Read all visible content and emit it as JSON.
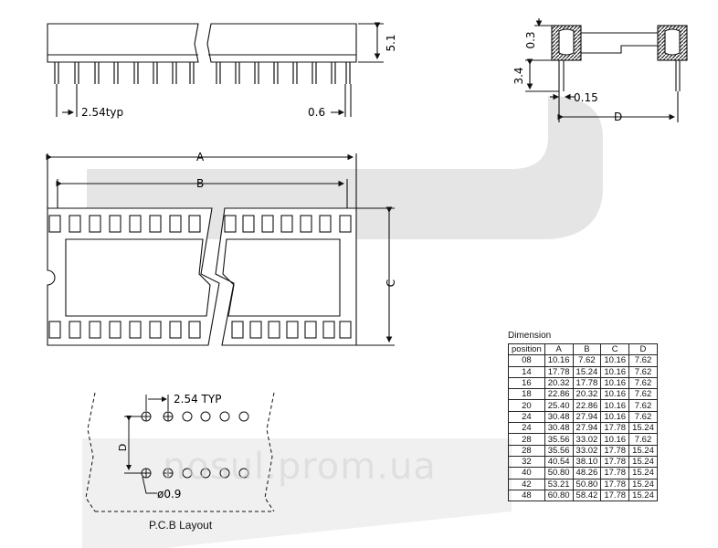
{
  "side_view": {
    "height_label": "5.1",
    "pitch_label": "2.54typ",
    "pin_width_label": "0.6"
  },
  "end_view": {
    "top_label": "0.3",
    "left_label": "3.4",
    "bottom_label": "0.15",
    "width_label": "D"
  },
  "top_view": {
    "a_label": "A",
    "b_label": "B",
    "c_label": "C"
  },
  "pcb": {
    "pitch_label": "2.54 TYP",
    "d_label": "D",
    "hole_label": "ø0.9",
    "title": "P.C.B Layout"
  },
  "dimension_table": {
    "title": "Dimension",
    "headers": [
      "position",
      "A",
      "B",
      "C",
      "D"
    ],
    "rows": [
      [
        "08",
        "10.16",
        "7.62",
        "10.16",
        "7.62"
      ],
      [
        "14",
        "17.78",
        "15.24",
        "10.16",
        "7.62"
      ],
      [
        "16",
        "20.32",
        "17.78",
        "10.16",
        "7.62"
      ],
      [
        "18",
        "22.86",
        "20.32",
        "10.16",
        "7.62"
      ],
      [
        "20",
        "25.40",
        "22.86",
        "10.16",
        "7.62"
      ],
      [
        "24",
        "30.48",
        "27.94",
        "10.16",
        "7.62"
      ],
      [
        "24",
        "30.48",
        "27.94",
        "17.78",
        "15.24"
      ],
      [
        "28",
        "35.56",
        "33.02",
        "10.16",
        "7.62"
      ],
      [
        "28",
        "35.56",
        "33.02",
        "17.78",
        "15.24"
      ],
      [
        "32",
        "40.54",
        "38.10",
        "17.78",
        "15.24"
      ],
      [
        "40",
        "50.80",
        "48.26",
        "17.78",
        "15.24"
      ],
      [
        "42",
        "53.21",
        "50.80",
        "17.78",
        "15.24"
      ],
      [
        "48",
        "60.80",
        "58.42",
        "17.78",
        "15.24"
      ]
    ]
  },
  "watermark": "nosul.prom.ua",
  "colors": {
    "line": "#111111",
    "watermark_band": "#d9d9d9",
    "hatch": "#333333"
  }
}
